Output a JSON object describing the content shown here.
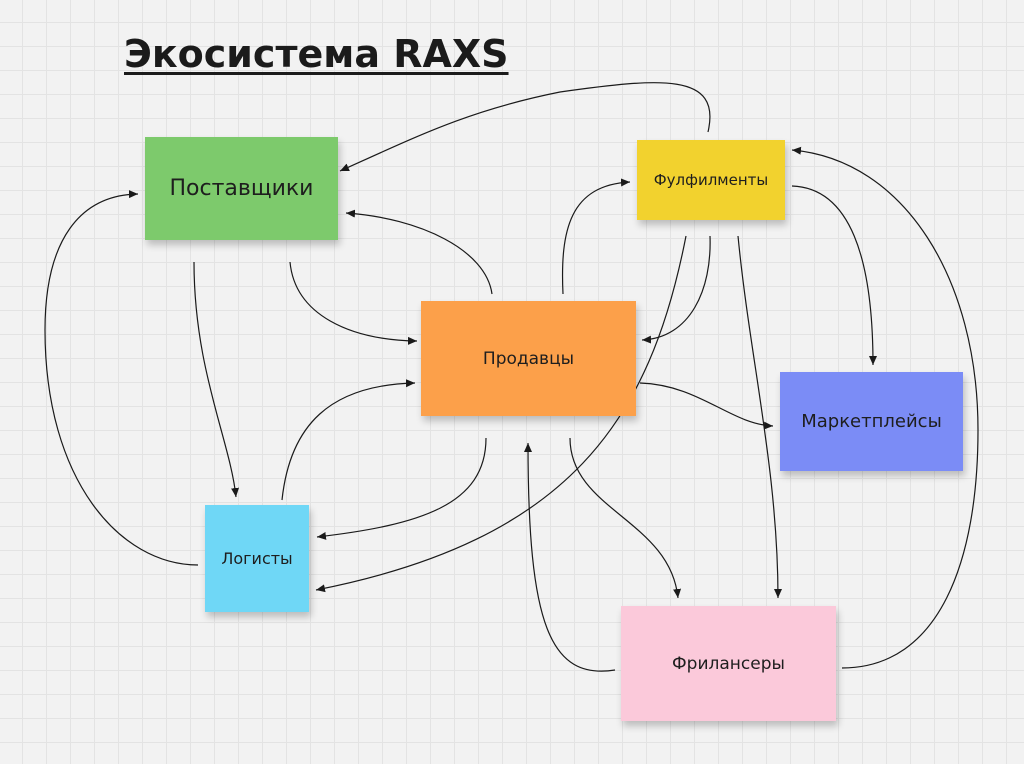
{
  "diagram": {
    "title": "Экосистема RAXS",
    "nodes": {
      "suppliers": {
        "label": "Поставщики",
        "color": "#7dca6c"
      },
      "fulfillment": {
        "label": "Фулфилменты",
        "color": "#f2d22e"
      },
      "sellers": {
        "label": "Продавцы",
        "color": "#fca04a"
      },
      "marketplaces": {
        "label": "Маркетплейсы",
        "color": "#7b8cf6"
      },
      "logistics": {
        "label": "Логисты",
        "color": "#6fd7f6"
      },
      "freelancers": {
        "label": "Фрилансеры",
        "color": "#fbc9da"
      }
    },
    "edges": [
      {
        "from": "fulfillment",
        "to": "suppliers"
      },
      {
        "from": "sellers",
        "to": "suppliers"
      },
      {
        "from": "suppliers",
        "to": "sellers"
      },
      {
        "from": "suppliers",
        "to": "logistics"
      },
      {
        "from": "logistics",
        "to": "suppliers"
      },
      {
        "from": "sellers",
        "to": "fulfillment"
      },
      {
        "from": "fulfillment",
        "to": "sellers"
      },
      {
        "from": "fulfillment",
        "to": "marketplaces"
      },
      {
        "from": "fulfillment",
        "to": "logistics"
      },
      {
        "from": "fulfillment",
        "to": "freelancers"
      },
      {
        "from": "sellers",
        "to": "marketplaces"
      },
      {
        "from": "sellers",
        "to": "logistics"
      },
      {
        "from": "logistics",
        "to": "sellers"
      },
      {
        "from": "sellers",
        "to": "freelancers"
      },
      {
        "from": "freelancers",
        "to": "sellers"
      },
      {
        "from": "freelancers",
        "to": "fulfillment"
      }
    ]
  }
}
